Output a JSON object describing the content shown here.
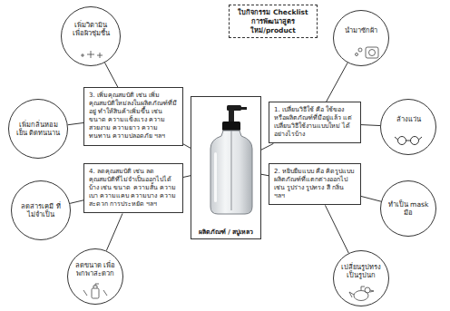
{
  "diagram": {
    "title": "ใบกิจกรรม Checklist การพัฒนาสูตรใหม่/product",
    "nodes": [
      {
        "text": [
          "เพิ่มวิตามิน เพื่อผิวชุ่มชื้น"
        ]
      },
      {
        "text": [
          "นำมาซักผ้า"
        ]
      },
      {
        "text": [
          "เพิ่มกลิ่นหอมเย็น ติดทนนาน"
        ]
      },
      {
        "text": [
          "3. เพิ่มคุณสมบัติ เช่น เพิ่มคุณสมบัติใหม่ลงในผลิตภัณฑ์ที่มีอยู่ ทำให้สินค้าเพิ่มขึ้น เช่น ขนาด ความแข็งแรง ความสวยงาม ความยาว ความทนทาน ความปลอดภัย ฯลฯ"
        ]
      },
      {
        "text": [
          "ผลิตภัณฑ์ / สบู่เหลว"
        ]
      },
      {
        "text": [
          "1. เปลี่ยนวิธีใช้ คือ ใช้ของหรือผลิตภัณฑ์ที่มีอยู่แล้ว แต่เปลี่ยนวิธีใช้งานแบบใหม่ ได้อย่างไรบ้าง"
        ]
      },
      {
        "text": [
          "ล้างแว่น"
        ]
      },
      {
        "text": [
          "ลดสารเคมี ที่ไม่จำเป็น"
        ]
      },
      {
        "text": [
          "4. ลดคุณสมบัติ เช่น ลดคุณสมบัติที่ไม่จำเป็นออกไปได้บ้าง เช่น ขนาด ความสั้น ความเบา ความแคบ ความบาง ความสะดวก การประหยัด ฯลฯ"
        ]
      },
      {
        "text": [
          "2. หยิบยืมแบบ คือ คิดรูปแบบผลิตภัณฑ์ที่แตกต่างออกไป เช่น รูปร่าง รูปทรง สี กลิ่น ฯลฯ"
        ]
      },
      {
        "text": [
          "ทำเป็น mask มือ"
        ]
      },
      {
        "text": [
          "ลดขนาด เพื่อพกพาสะดวก"
        ]
      },
      {
        "text": [
          "เปลี่ยนรูปทรง เป็นรูปนก"
        ]
      }
    ],
    "edges": [
      {
        "from": 3,
        "to": 0,
        "arrow": "none"
      },
      {
        "from": 3,
        "to": 2,
        "arrow": "none"
      },
      {
        "from": 5,
        "to": 1,
        "arrow": "none"
      },
      {
        "from": 5,
        "to": 6,
        "arrow": "none"
      },
      {
        "from": 8,
        "to": 7,
        "arrow": "none"
      },
      {
        "from": 8,
        "to": 11,
        "arrow": "none"
      },
      {
        "from": 9,
        "to": 10,
        "arrow": "none"
      },
      {
        "from": 9,
        "to": 12,
        "arrow": "none"
      },
      {
        "from": 4,
        "to": 3,
        "arrow": "none"
      },
      {
        "from": 4,
        "to": 5,
        "arrow": "none"
      },
      {
        "from": 4,
        "to": 8,
        "arrow": "none"
      },
      {
        "from": 4,
        "to": 9,
        "arrow": "none"
      }
    ]
  }
}
